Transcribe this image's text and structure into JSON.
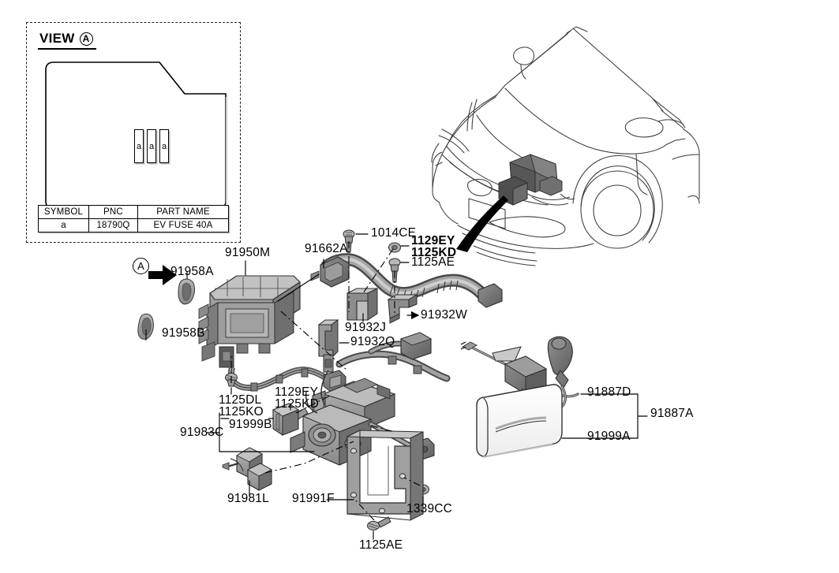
{
  "view_panel": {
    "title": "VIEW",
    "view_ref": "A",
    "fuse_symbols": [
      "a",
      "a",
      "a"
    ],
    "table": {
      "headers": [
        "SYMBOL",
        "PNC",
        "PART NAME"
      ],
      "rows": [
        [
          "a",
          "18790Q",
          "EV FUSE 40A"
        ]
      ]
    }
  },
  "markers": {
    "view_a_callout": "A"
  },
  "labels": {
    "p91958a": "91958A",
    "p91958b": "91958B",
    "p91950m": "91950M",
    "p91662a": "91662A",
    "p1014ce": "1014CE",
    "p1129ey_top": "1129EY",
    "p1125kd_top": "1125KD",
    "p1125ae_top": "1125AE",
    "p91932w": "91932W",
    "p91932j": "91932J",
    "p91932q": "91932Q",
    "p1125dl": "1125DL",
    "p1125ko": "1125KO",
    "p1129ey_mid": "1129EY",
    "p1125kd_mid": "1125KD",
    "p91999b": "91999B",
    "p91983c": "91983C",
    "p91981l": "91981L",
    "p91991f": "91991F",
    "p1339cc": "1339CC",
    "p1125ae_bot": "1125AE",
    "p91887d": "91887D",
    "p91887a": "91887A",
    "p91999a": "91999A"
  },
  "colors": {
    "line": "#000000",
    "part_light": "#c9c9c9",
    "part_mid": "#9a9a9a",
    "part_dark": "#6e6e6e",
    "part_darker": "#4f4f4f",
    "vehicle_line": "#3a3a3a",
    "background": "#ffffff"
  },
  "vehicle_illustration": {
    "name": "front three-quarter SUV outline with highlighted engine-bay junction box"
  }
}
